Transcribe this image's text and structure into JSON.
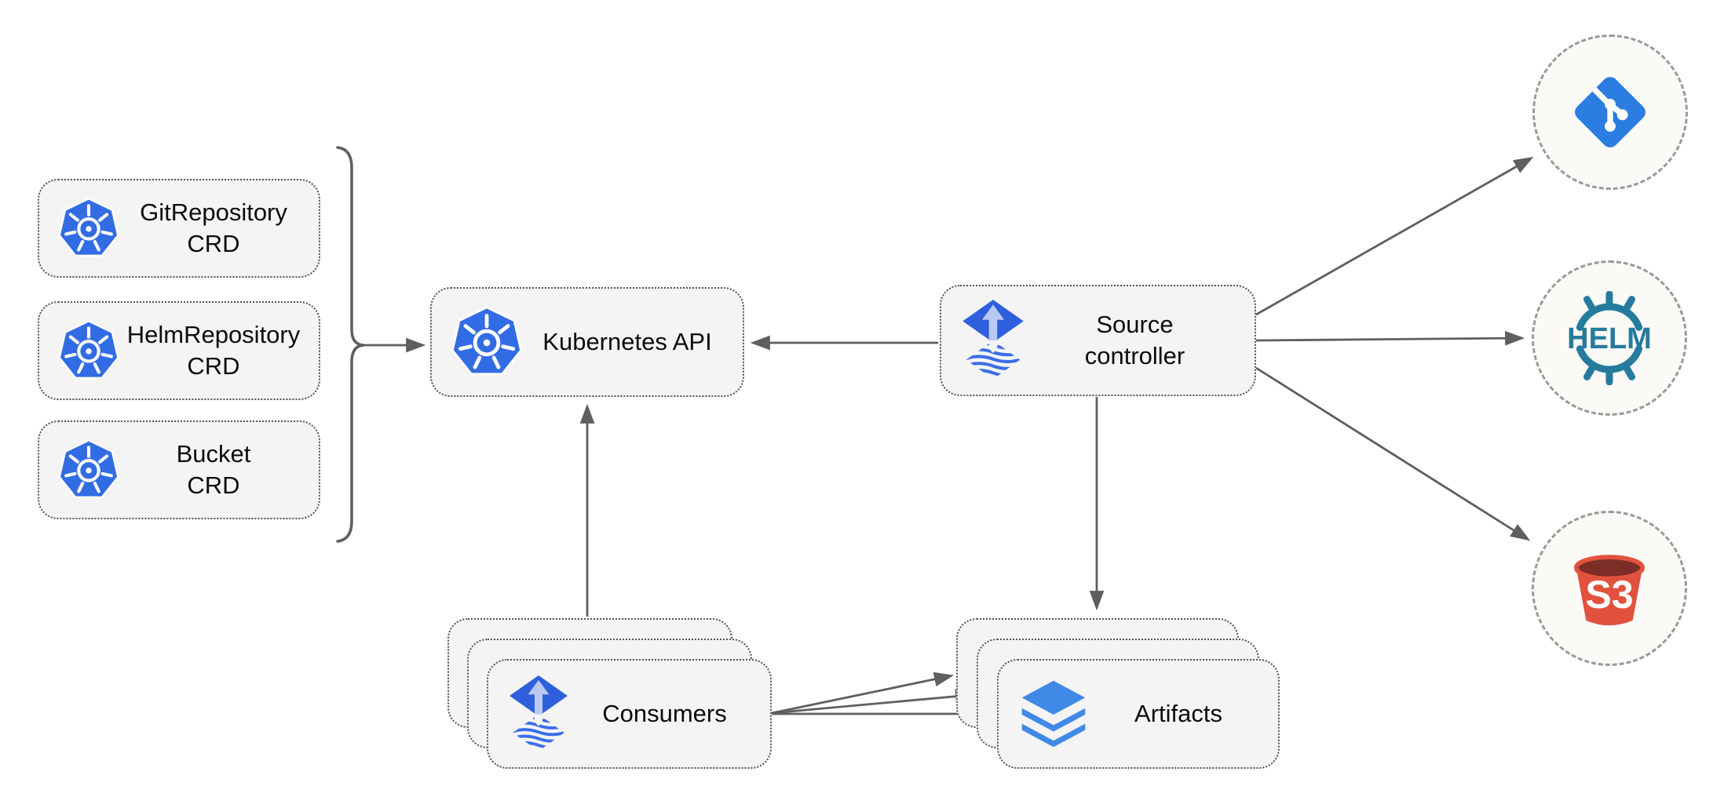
{
  "diagram": {
    "type": "architecture",
    "nodes": {
      "git_repository_crd": {
        "label": "GitRepository\nCRD",
        "icon": "kubernetes-icon"
      },
      "helm_repository_crd": {
        "label": "HelmRepository\nCRD",
        "icon": "kubernetes-icon"
      },
      "bucket_crd": {
        "label": "Bucket\nCRD",
        "icon": "kubernetes-icon"
      },
      "kubernetes_api": {
        "label": "Kubernetes API",
        "icon": "kubernetes-icon"
      },
      "source_controller": {
        "label": "Source\ncontroller",
        "icon": "flux-icon"
      },
      "consumers": {
        "label": "Consumers",
        "icon": "flux-icon",
        "stacked": true
      },
      "artifacts": {
        "label": "Artifacts",
        "icon": "layers-icon",
        "stacked": true
      },
      "git_endpoint": {
        "icon": "git-icon"
      },
      "helm_endpoint": {
        "icon": "helm-wheel-icon",
        "text": "HELM"
      },
      "s3_endpoint": {
        "icon": "s3-bucket-icon",
        "text": "S3"
      }
    },
    "edges": [
      {
        "from": "crd_group_bracket",
        "to": "kubernetes_api"
      },
      {
        "from": "source_controller",
        "to": "kubernetes_api"
      },
      {
        "from": "consumers",
        "to": "kubernetes_api"
      },
      {
        "from": "source_controller",
        "to": "artifacts"
      },
      {
        "from": "source_controller",
        "to": "git_endpoint"
      },
      {
        "from": "source_controller",
        "to": "helm_endpoint"
      },
      {
        "from": "source_controller",
        "to": "s3_endpoint"
      },
      {
        "from": "consumers",
        "to": "artifacts",
        "lines": 3
      }
    ],
    "colors": {
      "kubernetes_blue": "#326ce5",
      "flux_blue": "#2e5fdd",
      "flux_arrow_light": "#b9c9f2",
      "flux_wave_blue": "#3a6ee8",
      "git_blue": "#2b7de1",
      "helm_teal": "#257b9e",
      "s3_red": "#e1523e",
      "s3_dark_red": "#7c2d26",
      "layers_blue": "#4189e6",
      "connector_gray": "#5f5f5f",
      "node_fill": "#f4f4f4",
      "node_border": "#545454",
      "endpoint_fill": "#fbfaf7",
      "endpoint_border": "#9a9a9a"
    }
  }
}
